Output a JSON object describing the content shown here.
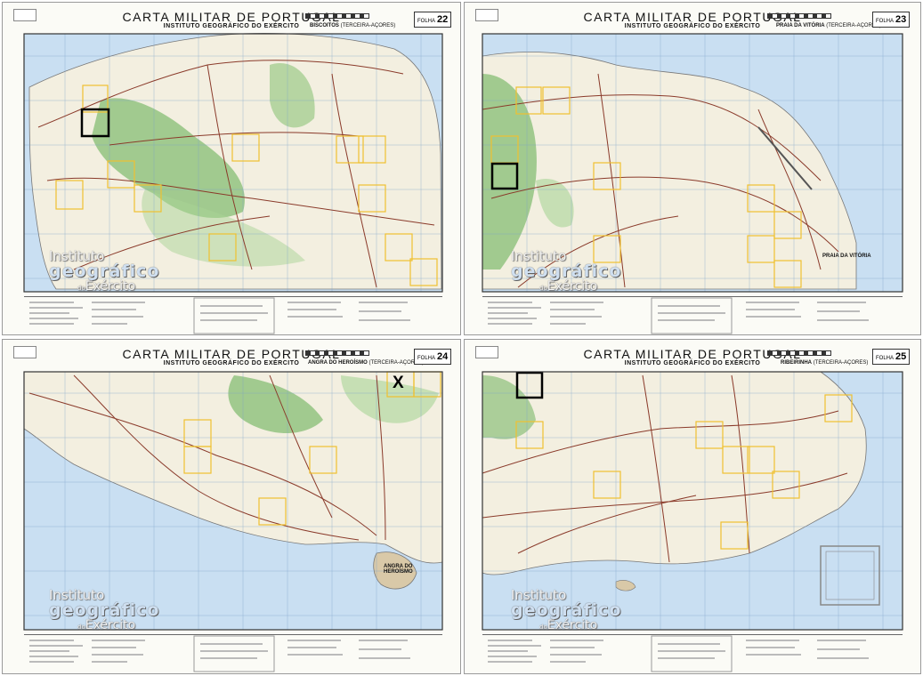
{
  "sheets": [
    {
      "title": "CARTA MILITAR DE PORTUGAL",
      "subtitle": "INSTITUTO GEOGRÁFICO DO EXÉRCITO",
      "sheet_name": "BISCOITOS",
      "region": "(TERCEIRA-AÇORES)",
      "folha_label": "FOLHA",
      "folha_number": "22",
      "logo": {
        "line1": "Instituto",
        "line2": "geográfico",
        "line3_prefix": "do",
        "line3": "Exército"
      }
    },
    {
      "title": "CARTA MILITAR DE PORTUGAL",
      "subtitle": "INSTITUTO GEOGRÁFICO DO EXÉRCITO",
      "sheet_name": "PRAIA DA VITÓRIA",
      "region": "(TERCEIRA-AÇORES)",
      "folha_label": "FOLHA",
      "folha_number": "23",
      "town_label": "PRAIA DA VITÓRIA",
      "logo": {
        "line1": "Instituto",
        "line2": "geográfico",
        "line3_prefix": "do",
        "line3": "Exército"
      }
    },
    {
      "title": "CARTA MILITAR DE PORTUGAL",
      "subtitle": "INSTITUTO GEOGRÁFICO DO EXÉRCITO",
      "sheet_name": "ANGRA DO HEROÍSMO",
      "region": "(TERCEIRA-AÇORES)",
      "folha_label": "FOLHA",
      "folha_number": "24",
      "marker": "X",
      "town_label": "ANGRA DO HEROÍSMO",
      "logo": {
        "line1": "Instituto",
        "line2": "geográfico",
        "line3_prefix": "do",
        "line3": "Exército"
      }
    },
    {
      "title": "CARTA MILITAR DE PORTUGAL",
      "subtitle": "INSTITUTO GEOGRÁFICO DO EXÉRCITO",
      "sheet_name": "RIBEIRINHA",
      "region": "(TERCEIRA-AÇORES)",
      "folha_label": "FOLHA",
      "folha_number": "25",
      "logo": {
        "line1": "Instituto",
        "line2": "geográfico",
        "line3_prefix": "do",
        "line3": "Exército"
      }
    }
  ],
  "colors": {
    "sea": "#c9dff2",
    "land": "#f4f1e4",
    "vegetation": "#8cc07a",
    "road": "#8a3a2a",
    "grid": "#6a8fb8",
    "highlight_box_yellow": "#f0c030",
    "highlight_box_black": "#000000"
  }
}
